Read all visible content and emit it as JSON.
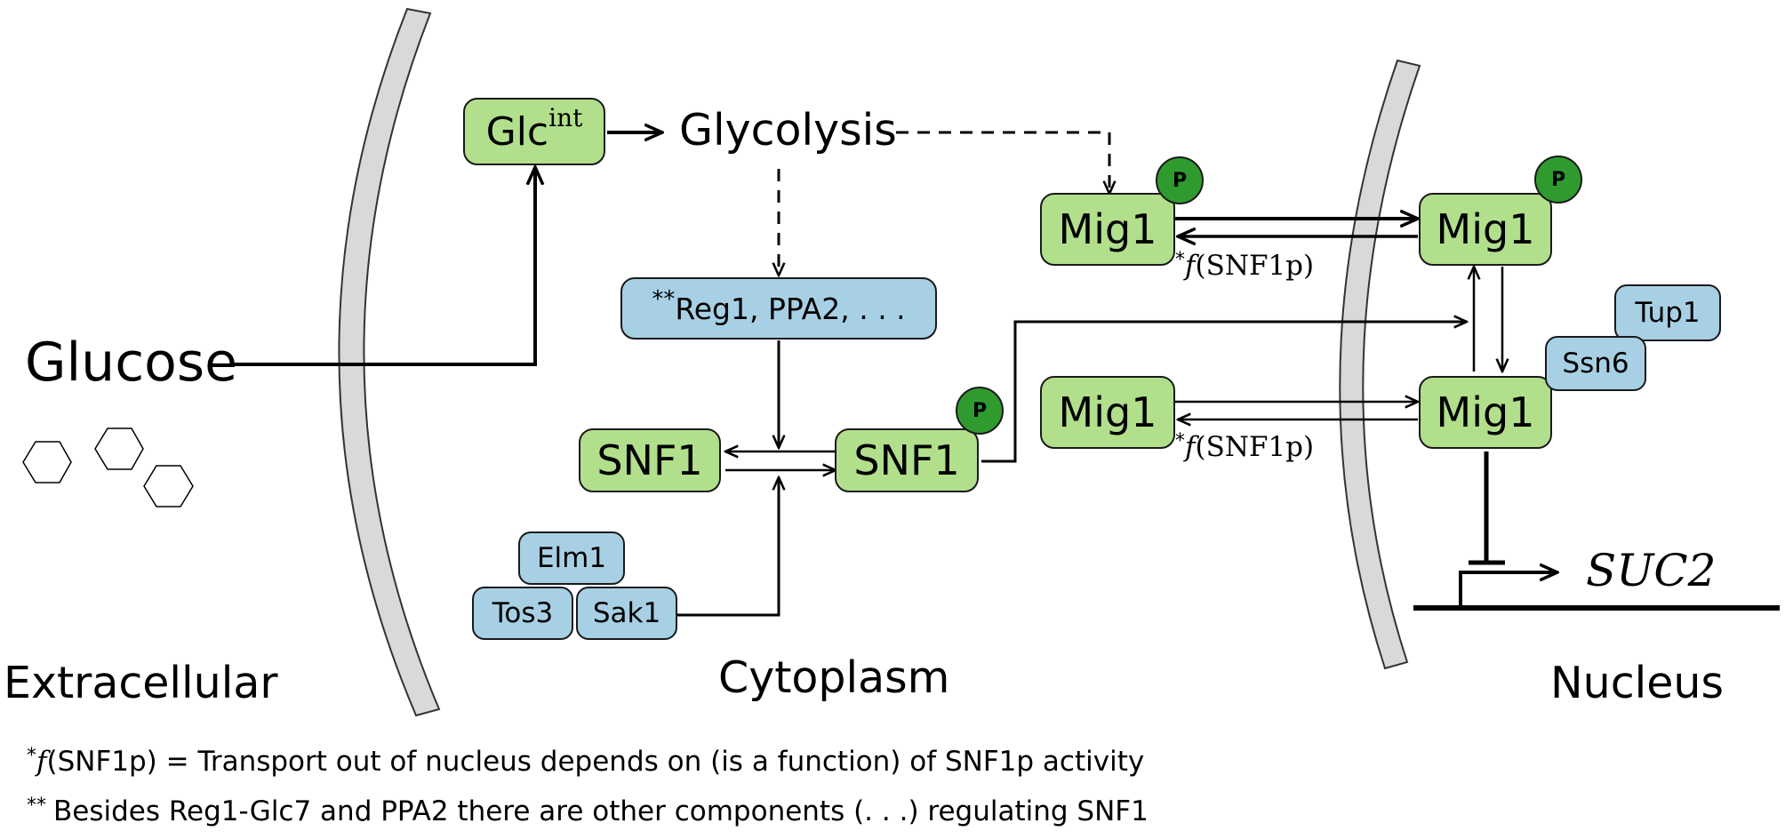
{
  "labels": {
    "glucose": "Glucose",
    "glycolysis": "Glycolysis",
    "extracellular": "Extracellular",
    "cytoplasm": "Cytoplasm",
    "nucleus": "Nucleus",
    "suc2": "SUC2"
  },
  "nodes": {
    "glc": "Glc",
    "glc_sup": "int",
    "reg1": "Reg1, PPA2, . . .",
    "reg1_prefix": "**",
    "snf1_left": "SNF1",
    "snf1_right": "SNF1",
    "elm1": "Elm1",
    "tos3": "Tos3",
    "sak1": "Sak1",
    "mig1_cyto_top": "Mig1",
    "mig1_cyto_bottom": "Mig1",
    "mig1_nuc_top": "Mig1",
    "mig1_nuc_bottom": "Mig1",
    "tup1": "Tup1",
    "ssn6": "Ssn6",
    "p_badge": "P"
  },
  "annotations": {
    "star": "*",
    "f": "f",
    "fsnf_top": "(SNF1p)",
    "fsnf_bottom": "(SNF1p)"
  },
  "footnotes": {
    "note1_star": "*",
    "note1_f": "f",
    "note1_text": "(SNF1p) = Transport out of nucleus depends on (is a function) of SNF1p activity",
    "note2_star": "**",
    "note2_text": "Besides Reg1-Glc7 and PPA2 there are other components (. . .) regulating SNF1"
  },
  "colors": {
    "protein_green": "#b1df8c",
    "regulator_blue": "#a8d0e4",
    "phospho_badge": "#2f9b2f",
    "membrane_fill": "#d9d9d9"
  }
}
